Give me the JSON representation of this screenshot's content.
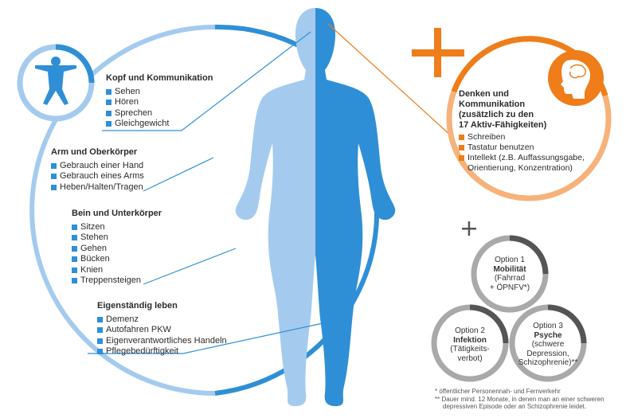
{
  "left_groups": [
    {
      "title": "Kopf und Kommunikation",
      "items": [
        "Sehen",
        "Hören",
        "Sprechen",
        "Gleichgewicht"
      ]
    },
    {
      "title": "Arm und Oberkörper",
      "items": [
        "Gebrauch einer Hand",
        "Gebrauch eines Arms",
        "Heben/Halten/Tragen"
      ]
    },
    {
      "title": "Bein und Unterkörper",
      "items": [
        "Sitzen",
        "Stehen",
        "Gehen",
        "Bücken",
        "Knien",
        "Treppensteigen"
      ]
    },
    {
      "title": "Eigenständig leben",
      "items": [
        "Demenz",
        "Autofahren PKW",
        "Eigenverantwortliches Handeln",
        "Pflegebedürftigkeit"
      ]
    }
  ],
  "right_group": {
    "title_lines": [
      "Denken und",
      "Kommunikation",
      "(zusätzlich zu den",
      "17 Aktiv-Fähigkeiten)"
    ],
    "items": [
      "Schreiben",
      "Tastatur benutzen",
      "Intellekt (z.B. Auffassungsgabe,"
    ],
    "item_continuation": "Orientierung, Konzentration)"
  },
  "plus_symbol": "+",
  "options": [
    {
      "label": "Option 1",
      "name": "Mobilität",
      "detail": [
        "(Fahrrad",
        "+ ÖPNFV*)"
      ]
    },
    {
      "label": "Option 2",
      "name": "Infektion",
      "detail": [
        "(Tätigkeits-",
        "verbot)"
      ]
    },
    {
      "label": "Option 3",
      "name": "Psyche",
      "detail": [
        "(schwere",
        "Depression,",
        "Schizophrenie)**"
      ]
    }
  ],
  "footnotes": [
    "* öffentlicher Personennah- und Fernverkehr",
    "** Dauer mind. 12 Monate, in denen man an einer schweren",
    "depressiven Episode oder an Schizophrenie leidet."
  ],
  "icons": {
    "body_icon": "human-figure-icon",
    "head_icon": "head-brain-icon",
    "big_plus": "plus-icon"
  },
  "colors": {
    "blue_dark": "#2f8fd6",
    "blue_light": "#a4cbee",
    "orange": "#ee7d1a",
    "orange_light": "#f6b27a",
    "gray_ring": "#9a9a9a",
    "gray_dark": "#555555"
  }
}
